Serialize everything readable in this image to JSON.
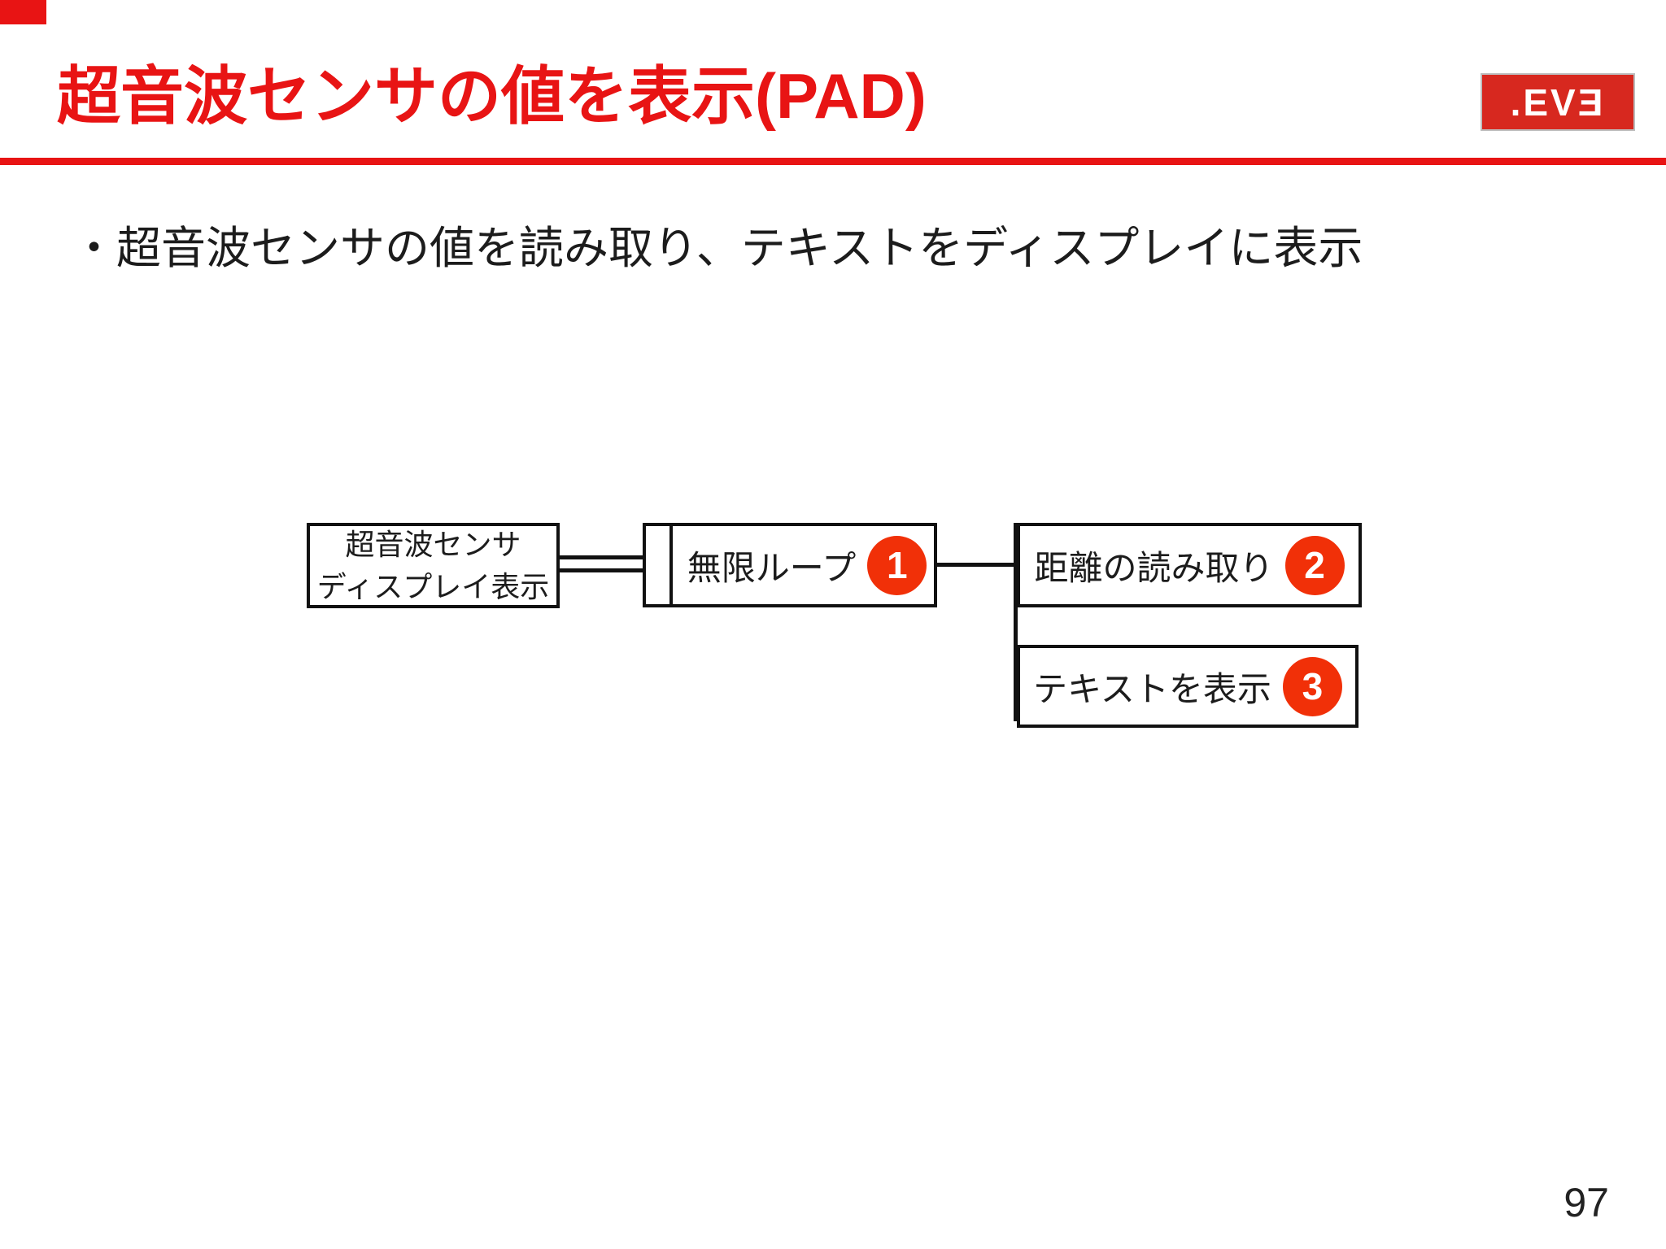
{
  "slide": {
    "title": "超音波センサの値を表示(PAD)",
    "logo": {
      "label": ".EV3",
      "display": ".EVƎ"
    },
    "bullet": {
      "marker": "・",
      "text": "超音波センサの値を読み取り、テキストをディスプレイに表示"
    },
    "page_number": "97"
  },
  "diagram": {
    "type": "PAD (Problem Analysis Diagram) flowchart",
    "nodes": [
      {
        "id": "start",
        "label_line1": "超音波センサ",
        "label_line2": "ディスプレイ表示"
      },
      {
        "id": "loop",
        "label": "無限ループ",
        "badge": "1"
      },
      {
        "id": "read-distance",
        "label": "距離の読み取り",
        "badge": "2"
      },
      {
        "id": "show-text",
        "label": "テキストを表示",
        "badge": "3"
      }
    ],
    "connections": [
      {
        "from": "start",
        "to": "loop",
        "style": "double-line"
      },
      {
        "from": "loop",
        "to": "read-distance",
        "style": "single-line"
      },
      {
        "from": "read-distance",
        "to": "show-text",
        "style": "vertical-sequence-line"
      }
    ]
  },
  "colors": {
    "title_red": "#e81414",
    "badge_red": "#f13008",
    "logo_red": "#d7281f",
    "diagram_black": "#111111"
  }
}
